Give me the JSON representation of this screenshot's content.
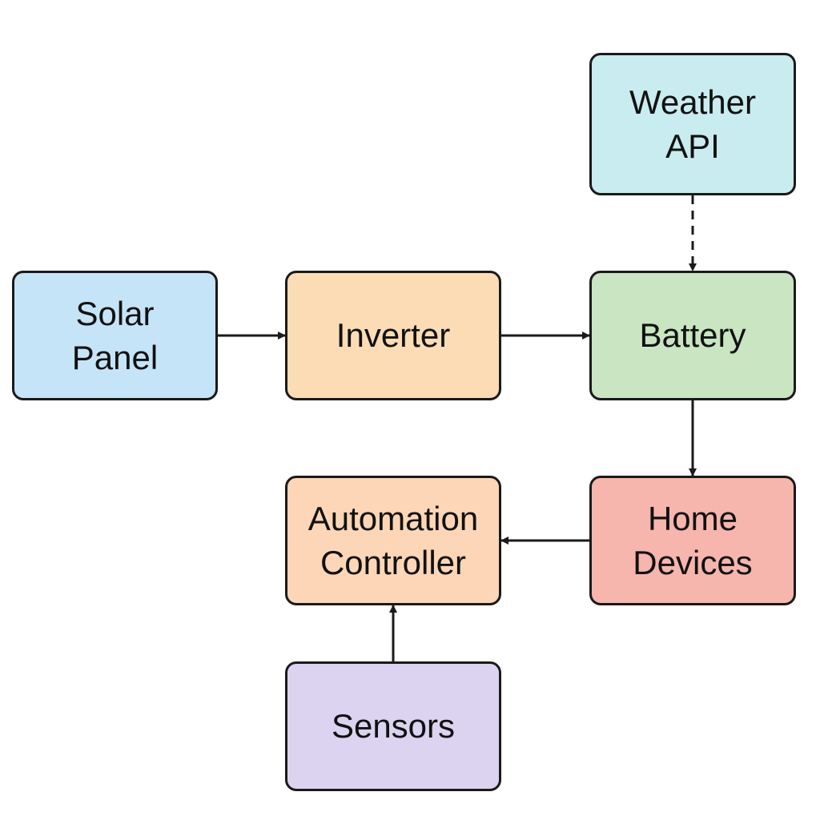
{
  "nodes": {
    "weather_api": {
      "lines": [
        "Weather",
        "API"
      ],
      "color": "#c8ecef"
    },
    "solar_panel": {
      "lines": [
        "Solar",
        "Panel"
      ],
      "color": "#c6e4f8"
    },
    "inverter": {
      "lines": [
        "Inverter"
      ],
      "color": "#fbdcb4"
    },
    "battery": {
      "lines": [
        "Battery"
      ],
      "color": "#c9e5c1"
    },
    "automation": {
      "lines": [
        "Automation",
        "Controller"
      ],
      "color": "#fcd6b6"
    },
    "home_devices": {
      "lines": [
        "Home",
        "Devices"
      ],
      "color": "#f6b5ad"
    },
    "sensors": {
      "lines": [
        "Sensors"
      ],
      "color": "#dbd3ef"
    }
  },
  "edges": [
    {
      "from": "solar_panel",
      "to": "inverter",
      "style": "solid"
    },
    {
      "from": "inverter",
      "to": "battery",
      "style": "solid"
    },
    {
      "from": "weather_api",
      "to": "battery",
      "style": "dashed"
    },
    {
      "from": "battery",
      "to": "home_devices",
      "style": "solid"
    },
    {
      "from": "home_devices",
      "to": "automation",
      "style": "solid"
    },
    {
      "from": "sensors",
      "to": "automation",
      "style": "solid"
    }
  ],
  "colors": {
    "stroke": "#1a1a1a",
    "text": "#111111"
  }
}
